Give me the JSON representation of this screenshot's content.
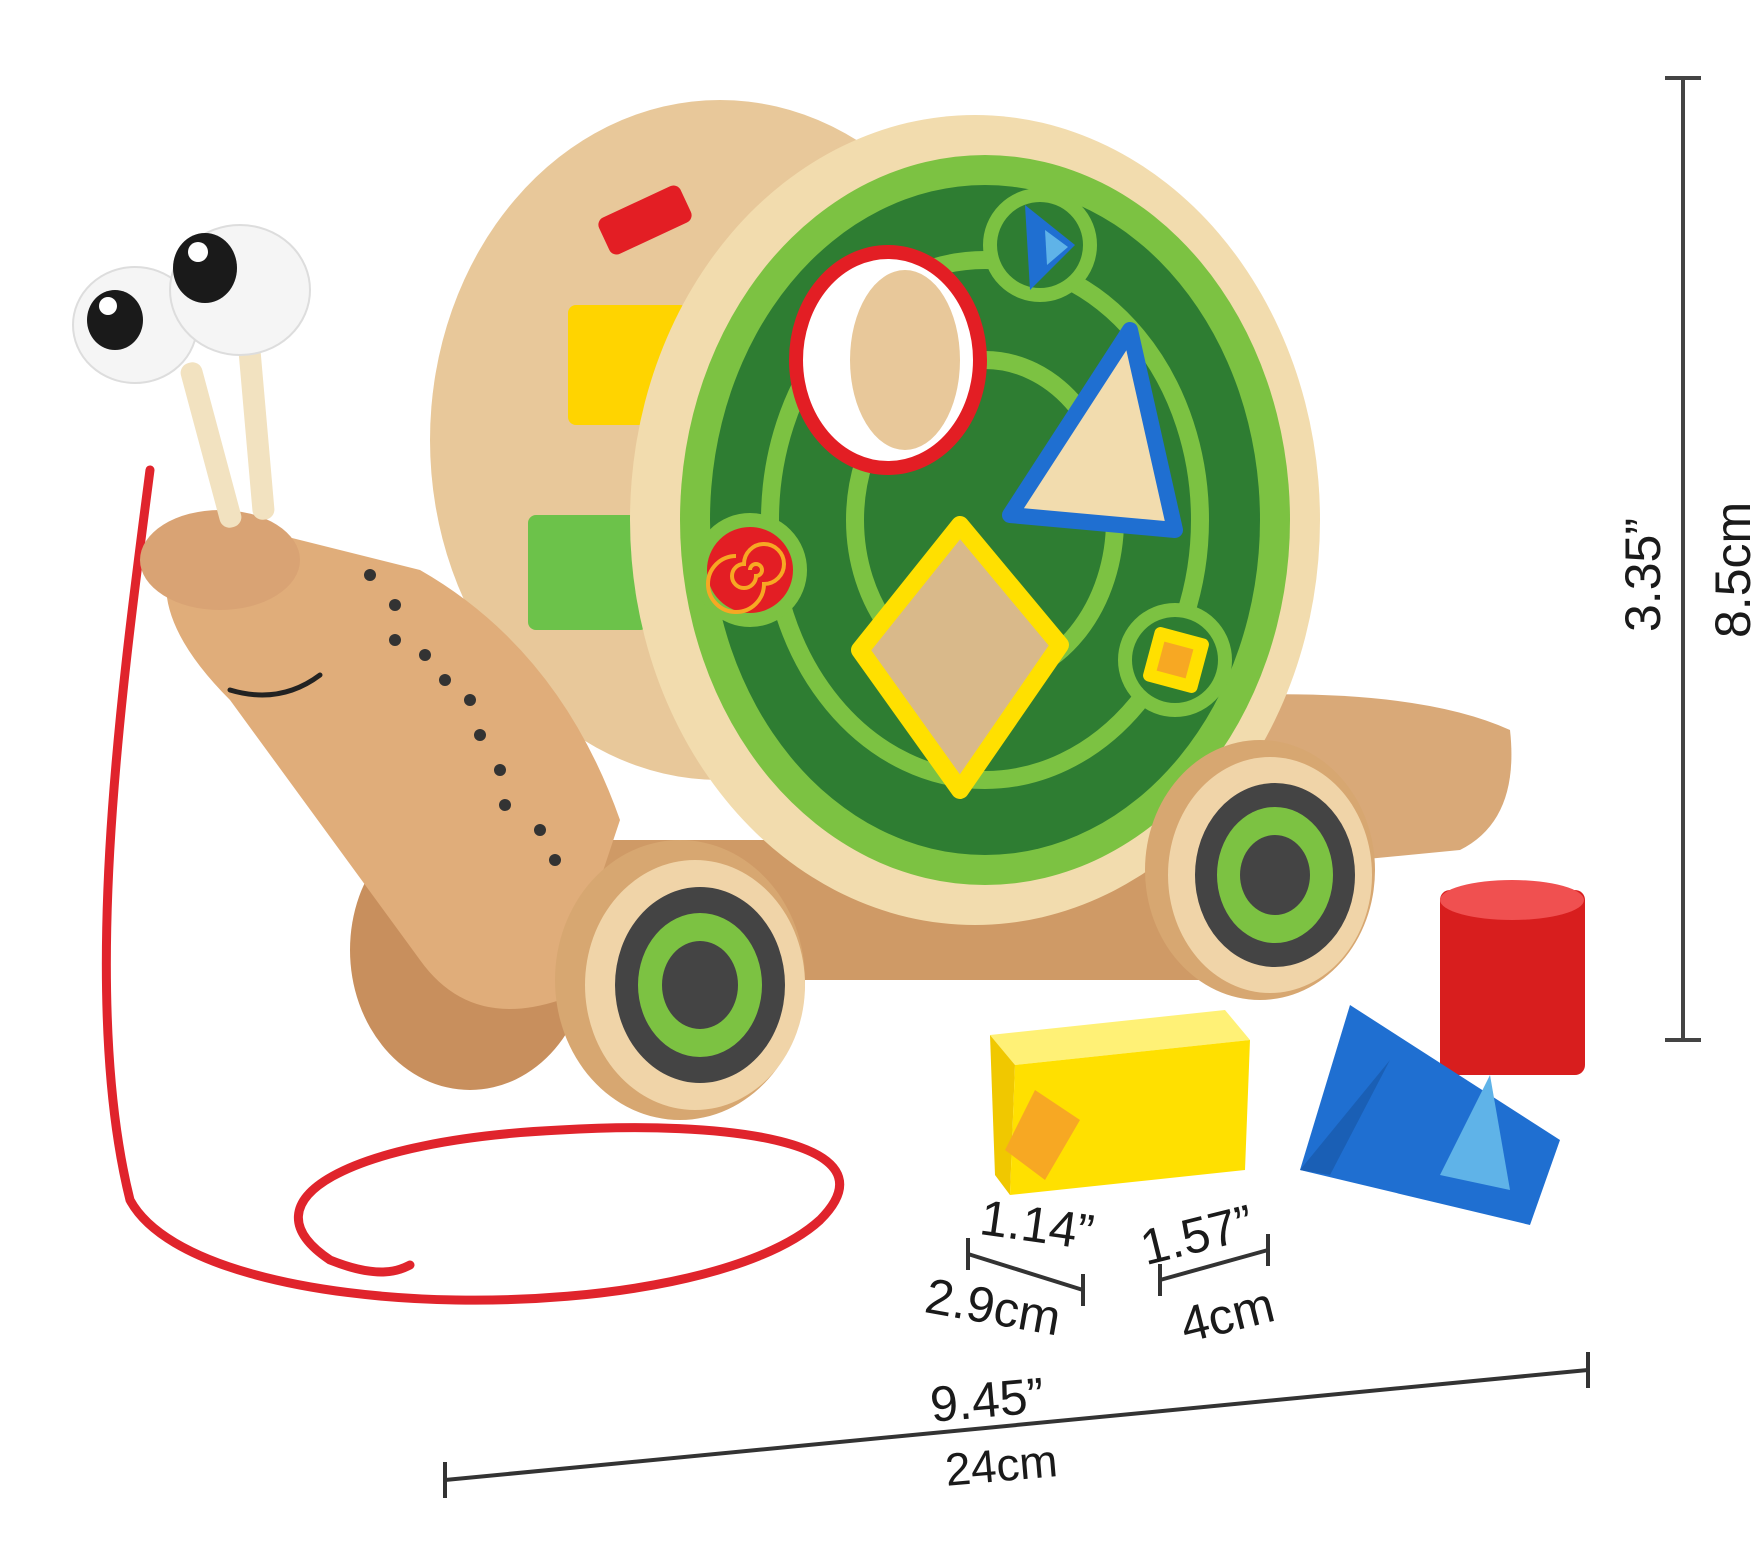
{
  "product": {
    "name": "wooden snail pull-along shape sorter toy",
    "colors": {
      "wood_light": "#efd9b0",
      "wood_mid": "#d9a978",
      "wood_dark": "#c88f5d",
      "green_dark": "#2e7d32",
      "green_light": "#7cc242",
      "red": "#e31e24",
      "blue": "#1f6fd1",
      "light_blue": "#5fb3e8",
      "yellow": "#ffe000",
      "orange": "#f7a823",
      "string_red": "#e0242c",
      "wheel_grey": "#444444"
    },
    "shapes_on_shell": [
      "circle",
      "triangle",
      "diamond",
      "spiral",
      "square",
      "small-triangle"
    ],
    "loose_blocks": [
      "yellow-cube",
      "blue-triangle-prism",
      "red-cylinder"
    ]
  },
  "dimensions": {
    "height": {
      "inches": "3.35”",
      "cm": "8.5cm"
    },
    "length": {
      "inches": "9.45”",
      "cm": "24cm"
    },
    "cube_block": {
      "inches": "1.14”",
      "cm": "2.9cm"
    },
    "triangle_block": {
      "inches": "1.57”",
      "cm": "4cm"
    }
  }
}
